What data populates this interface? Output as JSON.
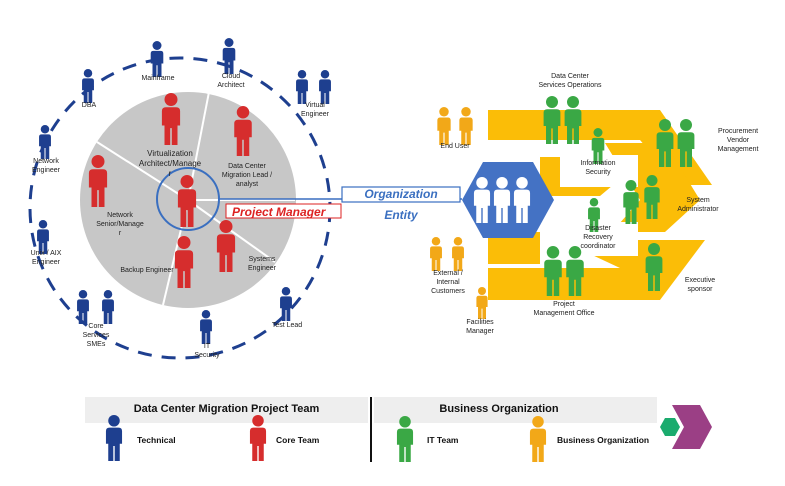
{
  "colors": {
    "technical": "#1e3f8f",
    "core_team": "#d62d2d",
    "it_team": "#3aa845",
    "business": "#f2a818",
    "circle_fill": "#c7c7c7",
    "org_hexagon": "#4472c4",
    "chevron_fill": "#fbbd07",
    "logo_purple": "#9b3f85",
    "logo_green": "#1bab6e"
  },
  "team_circle": {
    "inner_roles": {
      "virtualization": "Virtualization\nArchitect/Manage\nr",
      "dc_migration_lead": "Data Center\nMigration Lead /\nanalyst",
      "network_senior": "Network\nSenior/Manage\nr",
      "backup_engineer": "Backup Engineer",
      "systems_engineer": "Systems\nEngineer"
    },
    "project_manager": "Project Manager",
    "outer_roles": {
      "mainframe": "Mainframe",
      "cloud_architect": "Cloud\nArchitect",
      "dba": "DBA",
      "virtual_engineer": "Virtual\nEngineer",
      "network_engineer": "Network\nEngineer",
      "unix_aix": "Unix / AIX\nEngineer",
      "core_services": "Core\nServices\nSMEs",
      "it_security": "IT\nSecurity",
      "test_lead": "Test Lead"
    }
  },
  "organization": {
    "title_line1": "Organization",
    "title_line2": "Entity",
    "roles": {
      "dc_ops": "Data Center\nServices Operations",
      "end_user": "End User",
      "info_security": "Information\nSecurity",
      "procurement": "Procurement\nVendor\nManagement",
      "sys_admin": "System\nAdministrator",
      "disaster_recovery": "Disaster\nRecovery\ncoordinator",
      "external_customers": "External /\nInternal\nCustomers",
      "executive_sponsor": "Executive\nsponsor",
      "pmo": "Project\nManagement Office",
      "facilities": "Facilities\nManager"
    }
  },
  "legend": {
    "left_title": "Data Center Migration Project Team",
    "right_title": "Business Organization",
    "technical": "Technical",
    "core_team": "Core Team",
    "it_team": "IT Team",
    "business_org": "Business Organization"
  }
}
